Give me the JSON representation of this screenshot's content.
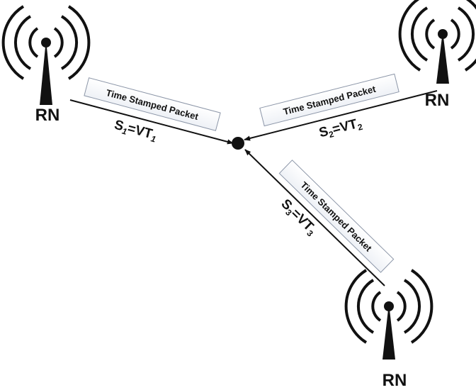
{
  "nodes": [
    {
      "id": "rn1",
      "label": "RN"
    },
    {
      "id": "rn2",
      "label": "RN"
    },
    {
      "id": "rn3",
      "label": "RN"
    }
  ],
  "links": [
    {
      "packet_label": "Time Stamped Packet",
      "formula": {
        "s": "S",
        "s_sub": "1",
        "eq": "=VT",
        "vt_sub": "1"
      }
    },
    {
      "packet_label": "Time Stamped Packet",
      "formula": {
        "s": "S",
        "s_sub": "2",
        "eq": "=VT",
        "vt_sub": "2"
      }
    },
    {
      "packet_label": "Time Stamped Packet",
      "formula": {
        "s": "S",
        "s_sub": "3",
        "eq": "=VT",
        "vt_sub": "3"
      }
    }
  ]
}
